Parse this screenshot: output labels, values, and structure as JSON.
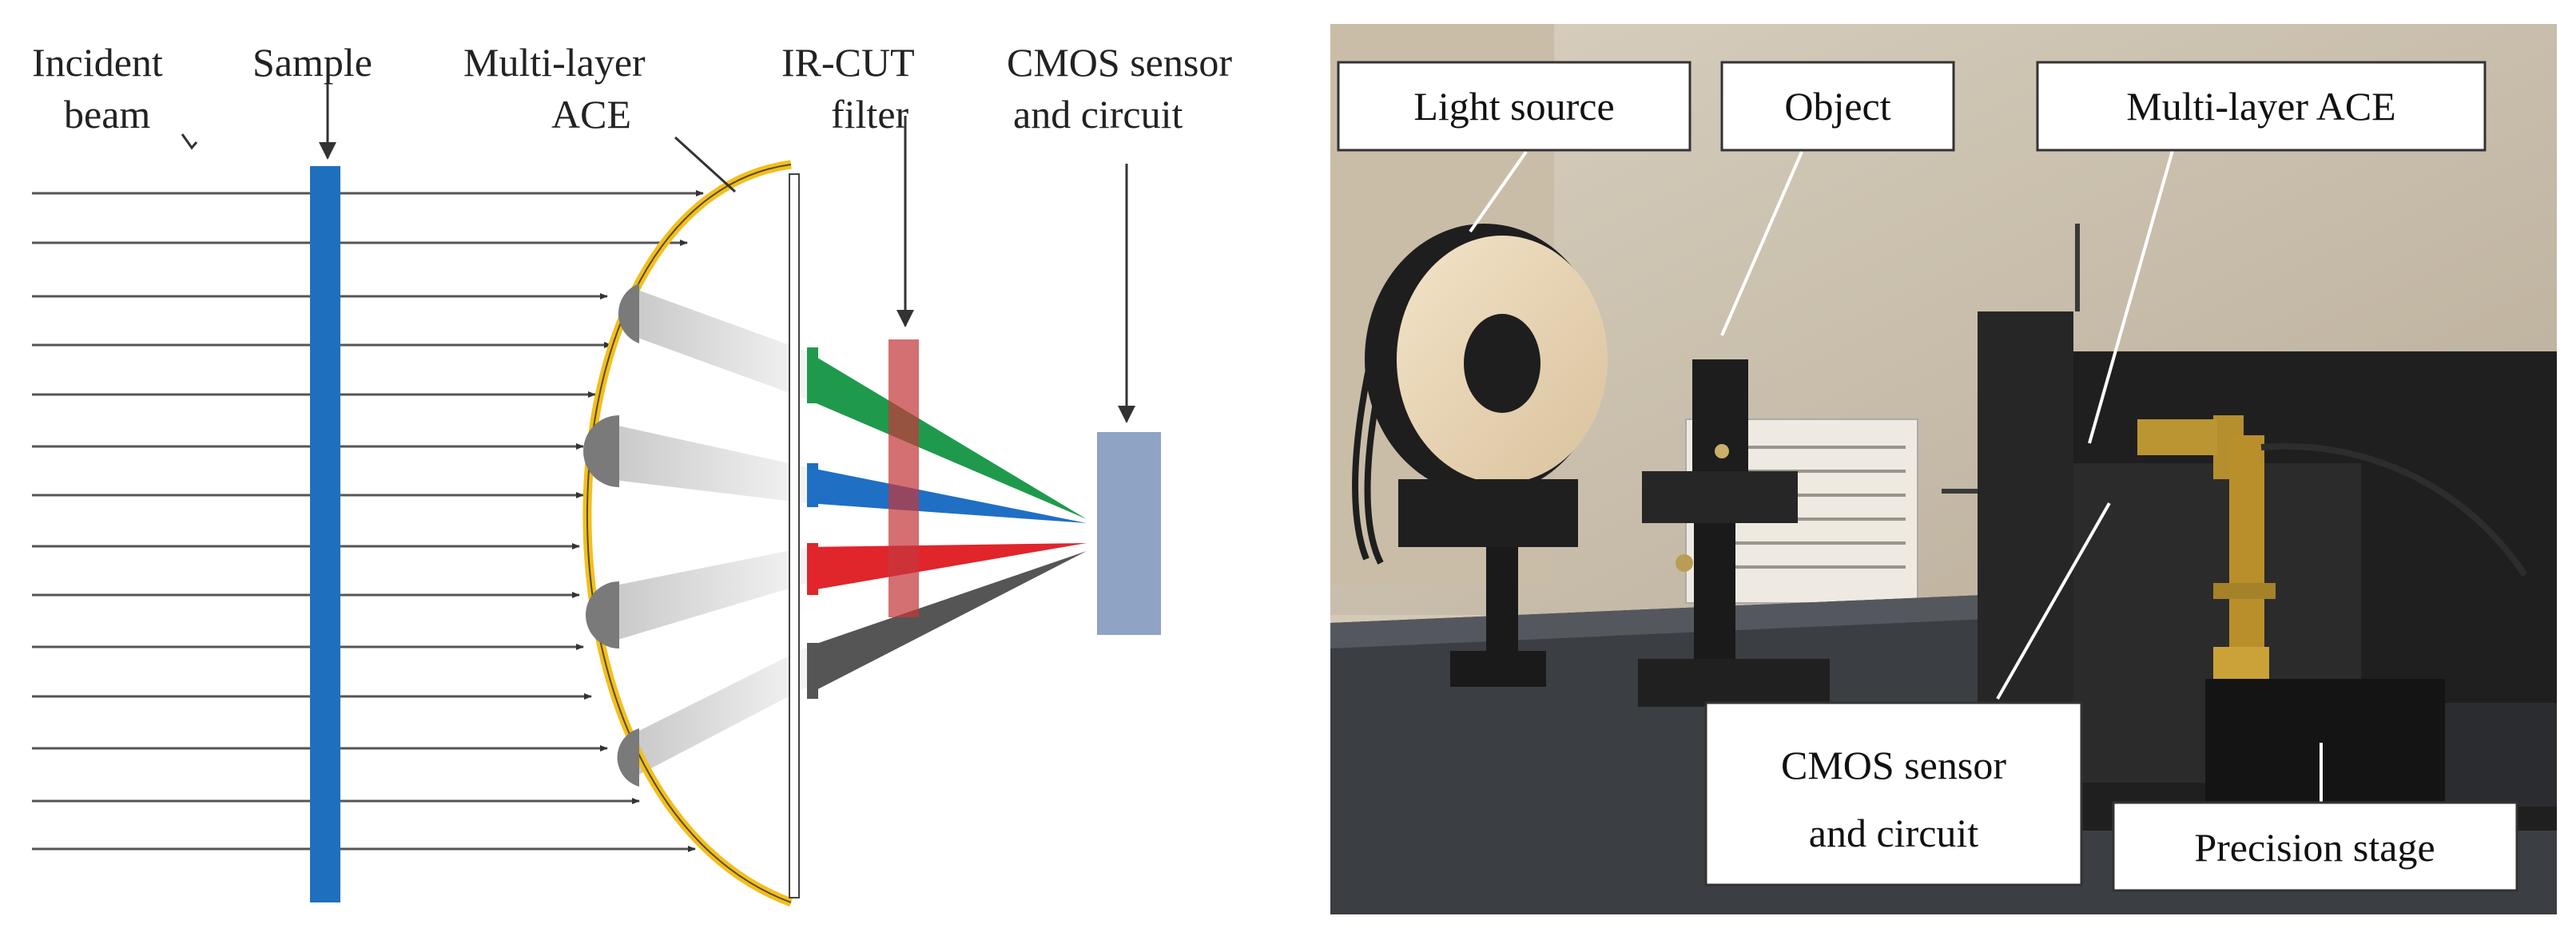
{
  "left_diagram": {
    "labels": {
      "incident_beam_line1": "Incident",
      "incident_beam_line2": "beam",
      "sample": "Sample",
      "ace_line1": "Multi-layer",
      "ace_line2": "ACE",
      "ircut_line1": "IR-CUT",
      "ircut_line2": "filter",
      "cmos_line1": "CMOS sensor",
      "cmos_line2": "and circuit"
    },
    "colors": {
      "sample_bar": "#1f6fbf",
      "ace_outline": "#f2bf1f",
      "filter": "#c4383c",
      "sensor": "#8fa3c4",
      "beam_green": "#1f9a4c",
      "beam_blue": "#1f6fc4",
      "beam_red": "#e0252b",
      "beam_gray": "#555555"
    }
  },
  "right_photo": {
    "labels": {
      "light_source": "Light source",
      "object": "Object",
      "multi_layer_ace": "Multi-layer ACE",
      "cmos_line1": "CMOS sensor",
      "cmos_line2": "and circuit",
      "precision_stage": "Precision stage"
    }
  }
}
